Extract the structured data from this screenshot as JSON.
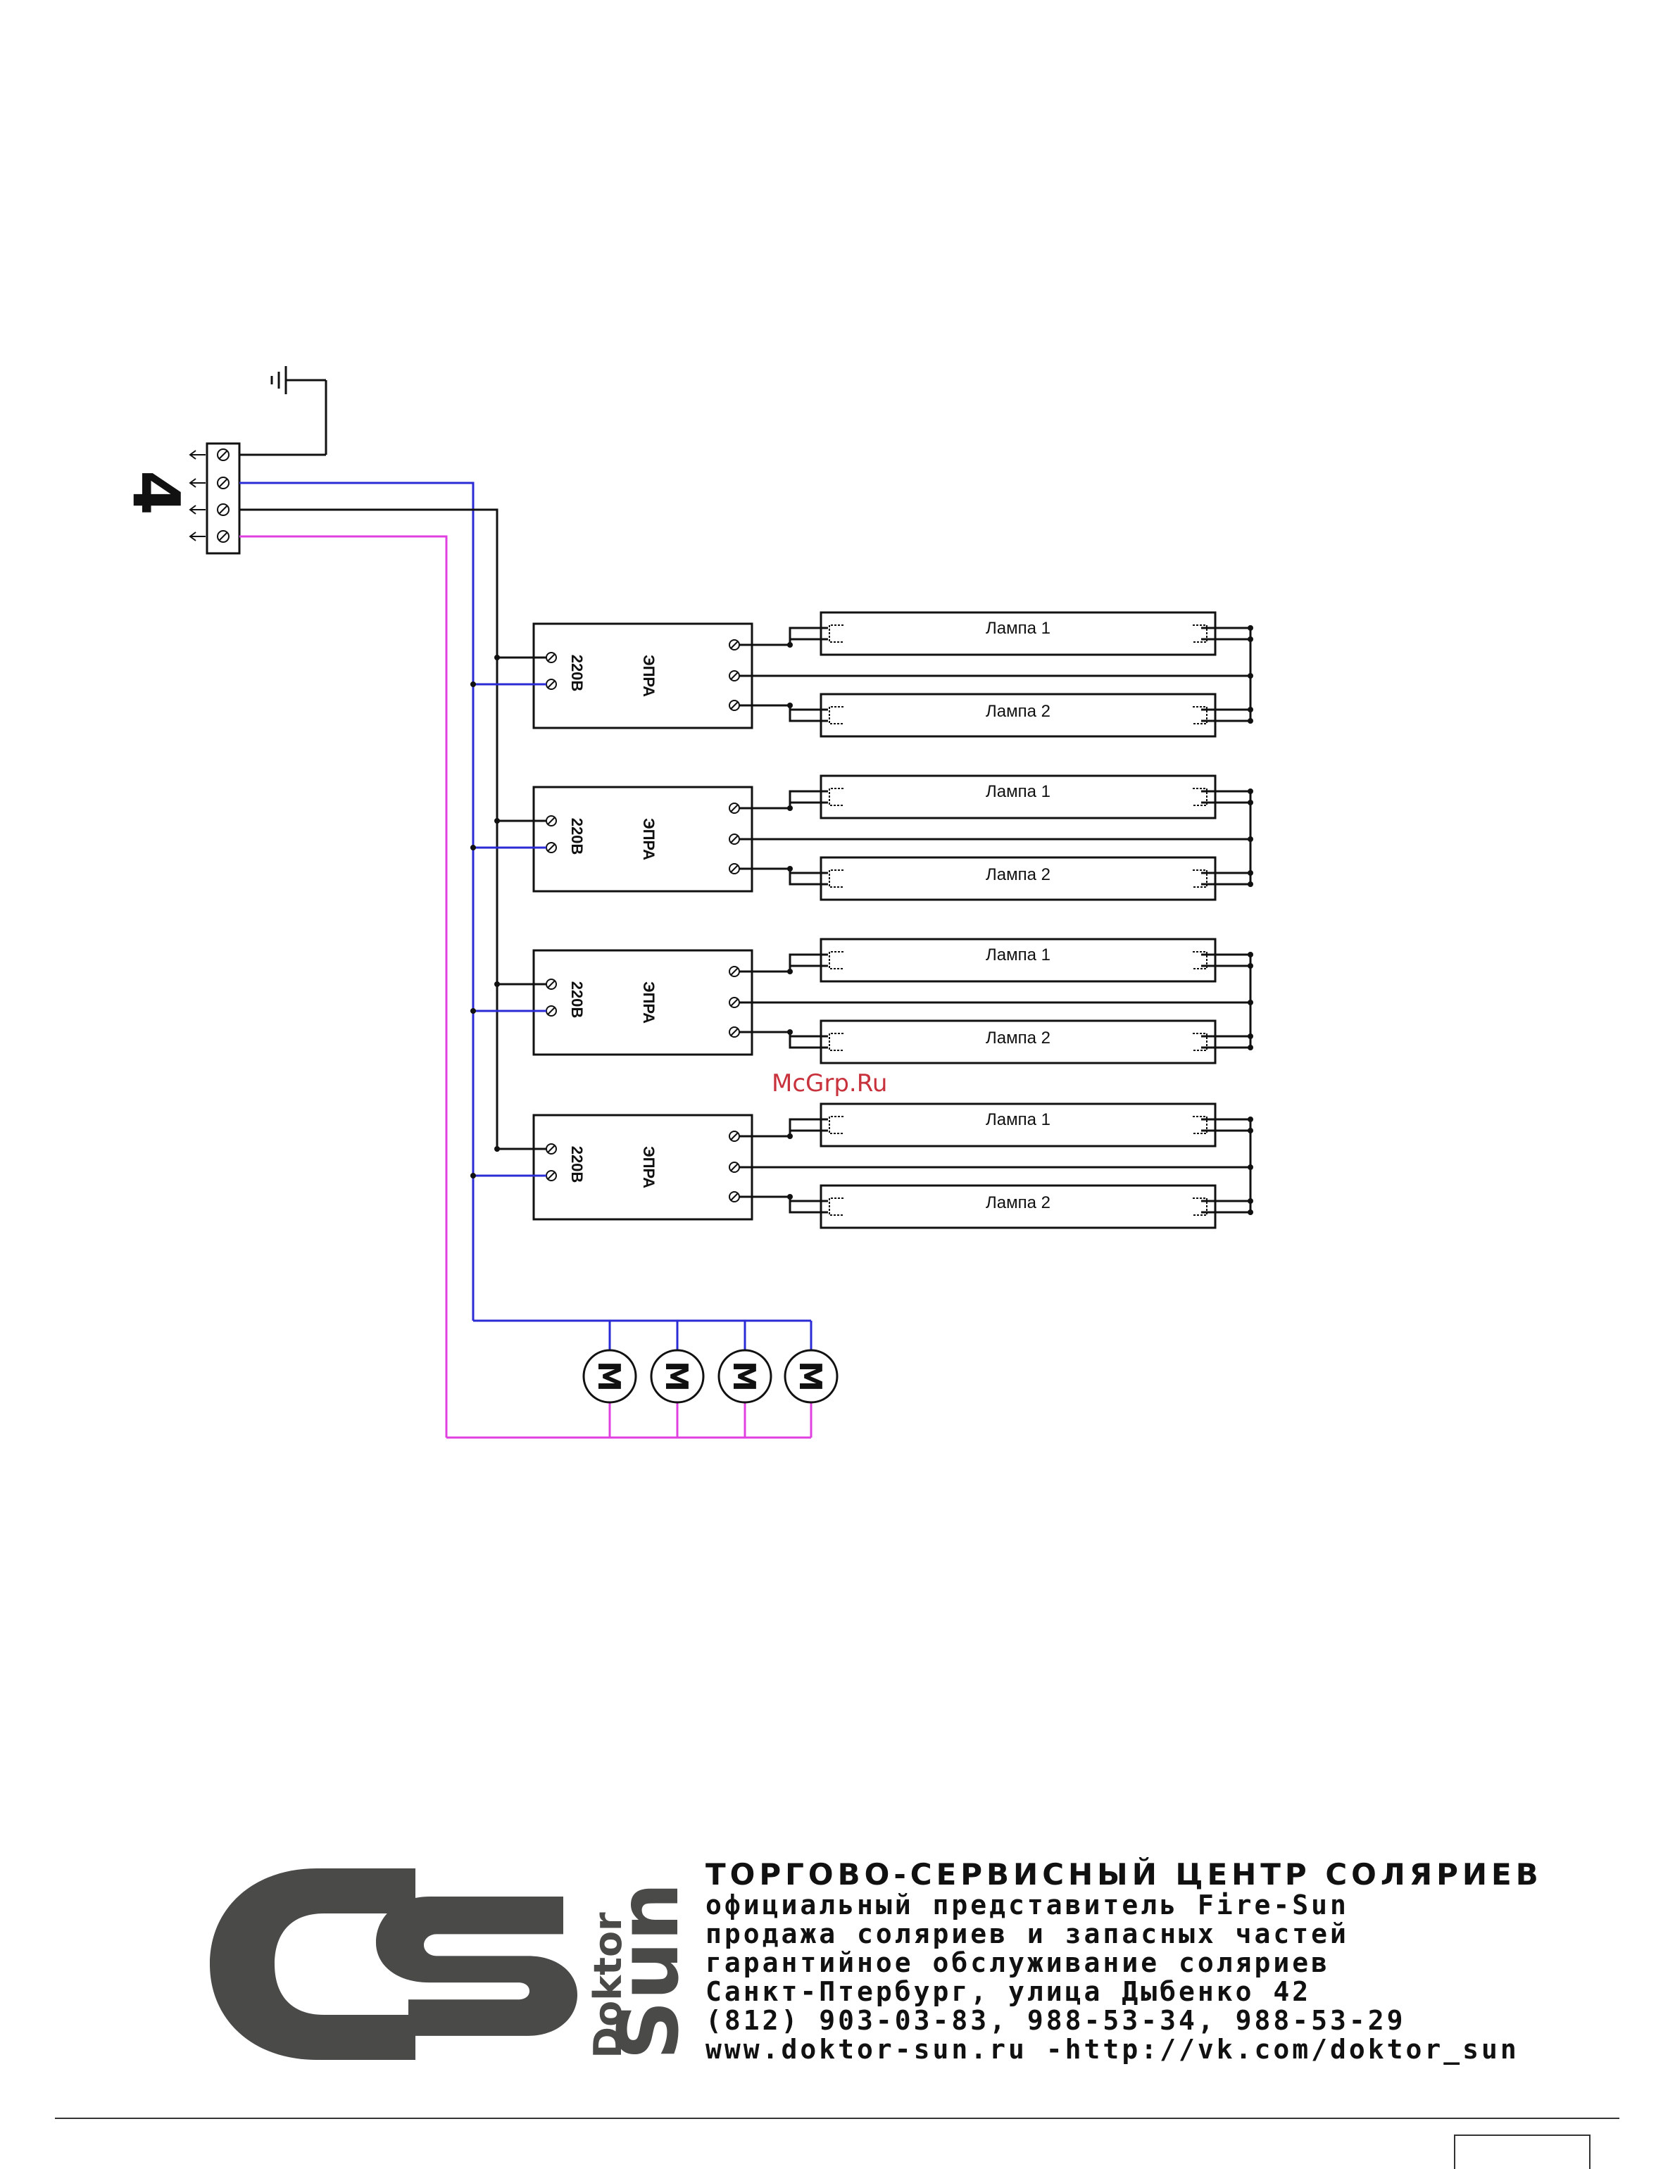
{
  "terminal_block_label": "4",
  "ballast": {
    "name": "ЭПРА",
    "voltage": "220В"
  },
  "lamps": {
    "lamp1_label": "Лампа 1",
    "lamp2_label": "Лампа 2"
  },
  "motor_symbol": "M",
  "watermark": "McGrp.Ru",
  "wire_colors": {
    "ground": "#111111",
    "blue": "#2b2bd6",
    "black": "#111111",
    "pink": "#e040e0"
  },
  "logo": {
    "brand_small": "Doktor",
    "brand_big": "Sun",
    "mark": "cs",
    "color": "#4a4a48"
  },
  "company": {
    "title": "ТОРГОВО-СЕРВИСНЫЙ ЦЕНТР СОЛЯРИЕВ",
    "lines": [
      "официальный представитель Fire-Sun",
      "продажа соляриев и запасных частей",
      "гарантийное обслуживание соляриев",
      "Санкт-Птербург, улица Дыбенко 42",
      "(812) 903-03-83, 988-53-34, 988-53-29",
      "www.doktor-sun.ru -http://vk.com/doktor_sun"
    ]
  }
}
